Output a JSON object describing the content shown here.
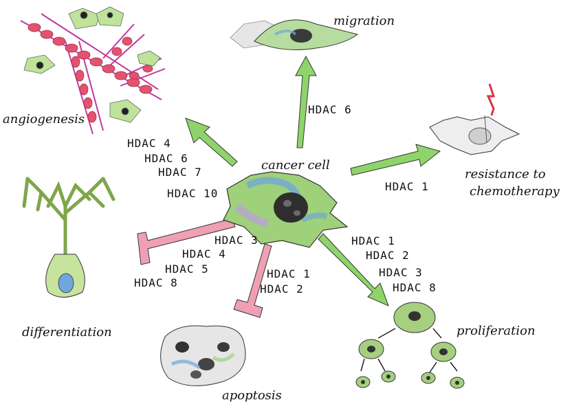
{
  "center": {
    "label": "cancer cell"
  },
  "nodes": {
    "migration": {
      "label": "migration",
      "hdacs": [
        "HDAC 6"
      ]
    },
    "angiogenesis": {
      "label": "angiogenesis",
      "hdacs": [
        "HDAC 4",
        "HDAC 6",
        "HDAC 7",
        "HDAC 10"
      ]
    },
    "resistance": {
      "label_line1": "resistance to",
      "label_line2": "chemotherapy",
      "hdacs": [
        "HDAC 1"
      ]
    },
    "differentiation": {
      "label": "differentiation",
      "hdacs": [
        "HDAC 3",
        "HDAC 4",
        "HDAC 5",
        "HDAC 8"
      ]
    },
    "apoptosis": {
      "label": "apoptosis",
      "hdacs": [
        "HDAC 1",
        "HDAC 2"
      ]
    },
    "proliferation": {
      "label": "proliferation",
      "hdacs": [
        "HDAC 1",
        "HDAC 2",
        "HDAC 3",
        "HDAC 8"
      ]
    }
  },
  "colors": {
    "promote_arrow": "#8fd46a",
    "inhibit_arrow": "#f0a0b4",
    "cell_green": "#9fd07a",
    "cell_blue": "#6fa6dc",
    "cell_purple": "#b8a3d6",
    "vessel_red": "#e2536e",
    "vessel_magenta": "#c0389a",
    "nucleus": "#2a2a2a",
    "dendrite": "#bfe08a"
  }
}
